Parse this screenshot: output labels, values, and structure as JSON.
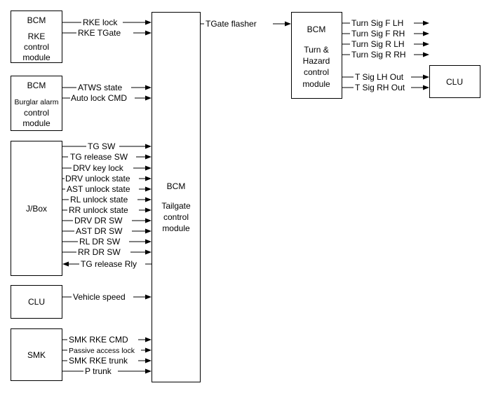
{
  "modules": {
    "rke": {
      "line1": "BCM",
      "line2": "RKE",
      "line3": "control",
      "line4": "module"
    },
    "burglar": {
      "line1": "BCM",
      "line2": "Burglar alarm",
      "line3": "control",
      "line4": "module"
    },
    "jbox": {
      "label": "J/Box"
    },
    "clu_left": {
      "label": "CLU"
    },
    "smk": {
      "label": "SMK"
    },
    "tailgate": {
      "line1": "BCM",
      "line2": "Tailgate",
      "line3": "control",
      "line4": "module"
    },
    "turn": {
      "line1": "BCM",
      "line2": "Turn &",
      "line3": "Hazard",
      "line4": "control",
      "line5": "module"
    },
    "clu_right": {
      "label": "CLU"
    }
  },
  "signals": {
    "rke": [
      "RKE lock",
      "RKE TGate"
    ],
    "burglar": [
      "ATWS state",
      "Auto lock CMD"
    ],
    "jbox": [
      "TG SW",
      "TG release SW",
      "DRV key lock",
      "DRV unlock state",
      "AST unlock state",
      "RL unlock state",
      "RR unlock state",
      "DRV DR SW",
      "AST DR SW",
      "RL DR SW",
      "RR DR SW",
      "TG release Rly"
    ],
    "clu": [
      "Vehicle speed"
    ],
    "smk": [
      "SMK RKE CMD",
      "Passive access lock",
      "SMK RKE trunk",
      "P trunk"
    ],
    "tgate_flasher": "TGate flasher",
    "turn_outputs": [
      "Turn Sig F LH",
      "Turn Sig F RH",
      "Turn Sig R LH",
      "Turn Sig R RH"
    ],
    "clu_outputs": [
      "T Sig LH Out",
      "T Sig RH Out"
    ]
  }
}
